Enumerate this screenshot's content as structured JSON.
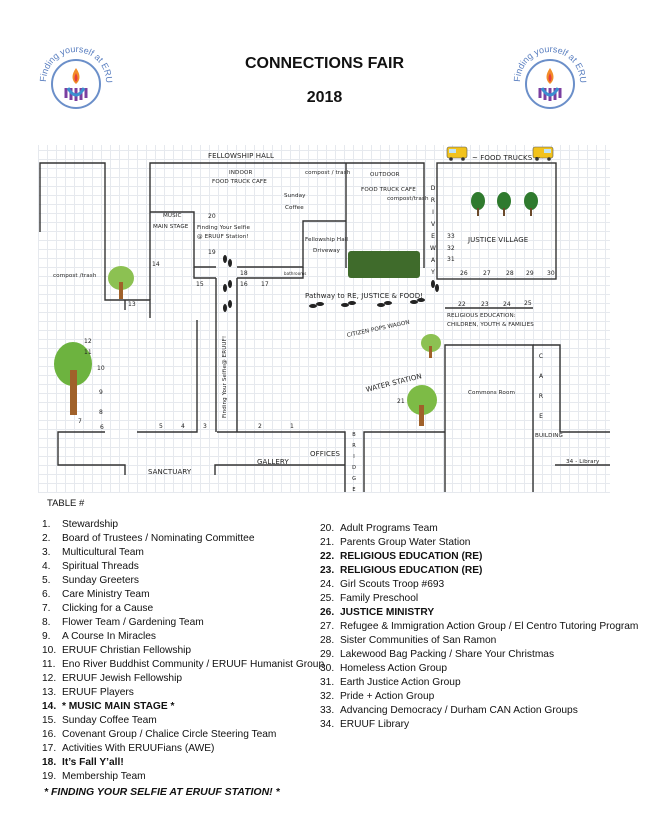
{
  "header": {
    "title": "CONNECTIONS FAIR",
    "year": "2018",
    "logo_text": "Finding yourself at ERUUF"
  },
  "map": {
    "fellowship_hall": "FELLOWSHIP HALL",
    "indoor": "INDOOR",
    "indoor_cafe": "FOOD TRUCK CAFE",
    "compost_trash_1": "compost / trash",
    "compost_trash_2": "compost /trash",
    "compost_trash_3": "compost/trash",
    "sunday": "Sunday",
    "coffee": "Coffee",
    "music": "MUSIC",
    "main_stage": "MAIN STAGE",
    "selfie_1": "Finding Your Selfie",
    "selfie_2": "@ ERUUF Station!",
    "bathrooms": "bathrooms",
    "fh_driveway_1": "Fellowship Hall",
    "fh_driveway_2": "Driveway",
    "outdoor": "OUTDOOR",
    "outdoor_cafe": "FOOD TRUCK CAFE",
    "driveway_letters": [
      "D",
      "R",
      "I",
      "V",
      "E",
      "W",
      "A",
      "Y"
    ],
    "food_trucks": "~ FOOD TRUCKS ~",
    "justice_village": "JUSTICE VILLAGE",
    "pathway": "Pathway to RE, JUSTICE & FOOD!",
    "re_1": "RELIGIOUS EDUCATION:",
    "re_2": "CHILDREN, YOUTH & FAMILIES",
    "citizen_pops": "CITIZEN POPS WAGON",
    "water_station": "WATER STATION",
    "commons_room": "Commons Room",
    "care_letters": [
      "C",
      "A",
      "R",
      "E"
    ],
    "building": "BUILDING",
    "library": "34 - Library",
    "selfie_vertical": "Finding Your Selfie@ ERUUF!",
    "offices": "OFFICES",
    "gallery": "GALLERY",
    "sanctuary": "SANCTUARY",
    "bridge_letters": [
      "B",
      "R",
      "I",
      "D",
      "G",
      "E"
    ],
    "table_numbers": {
      "t1": "1",
      "t2": "2",
      "t3": "3",
      "t4": "4",
      "t5": "5",
      "t6": "6",
      "t7": "7",
      "t8": "8",
      "t9": "9",
      "t10": "10",
      "t11": "11",
      "t12": "12",
      "t13": "13",
      "t14": "14",
      "t15": "15",
      "t16": "16",
      "t17": "17",
      "t18": "18",
      "t19": "19",
      "t20": "20",
      "t21": "21",
      "t22": "22",
      "t23": "23",
      "t24": "24",
      "t25": "25",
      "t26": "26",
      "t27": "27",
      "t28": "28",
      "t29": "29",
      "t30": "30",
      "t31": "31",
      "t32": "32",
      "t33": "33"
    }
  },
  "legend": {
    "title": "TABLE #",
    "left": [
      {
        "n": "1.",
        "t": "Stewardship"
      },
      {
        "n": "2.",
        "t": "Board of Trustees  / Nominating Committee"
      },
      {
        "n": "3.",
        "t": "Multicultural Team"
      },
      {
        "n": "4.",
        "t": "Spiritual Threads"
      },
      {
        "n": "5.",
        "t": "Sunday Greeters"
      },
      {
        "n": "6.",
        "t": "Care Ministry Team"
      },
      {
        "n": "7.",
        "t": "Clicking for a Cause"
      },
      {
        "n": "8.",
        "t": "Flower Team / Gardening Team"
      },
      {
        "n": "9.",
        "t": "A Course In Miracles"
      },
      {
        "n": "10.",
        "t": "ERUUF Christian Fellowship"
      },
      {
        "n": "11.",
        "t": "Eno River Buddhist Community / ERUUF Humanist Group"
      },
      {
        "n": "12.",
        "t": "ERUUF Jewish Fellowship"
      },
      {
        "n": "13.",
        "t": "ERUUF Players"
      },
      {
        "n": "14.",
        "t": "* MUSIC MAIN STAGE *"
      },
      {
        "n": "15.",
        "t": "Sunday Coffee Team"
      },
      {
        "n": "16.",
        "t": "Covenant Group / Chalice Circle Steering Team"
      },
      {
        "n": "17.",
        "t": "Activities With ERUUFians (AWE)"
      },
      {
        "n": "18.",
        "t": "It’s Fall Y’all!"
      },
      {
        "n": "19.",
        "t": "Membership Team"
      }
    ],
    "right": [
      {
        "n": "20.",
        "t": "Adult Programs Team"
      },
      {
        "n": "21.",
        "t": "Parents Group Water Station"
      },
      {
        "n": "22.",
        "t": "RELIGIOUS EDUCATION (RE)"
      },
      {
        "n": "23.",
        "t": "RELIGIOUS EDUCATION (RE)"
      },
      {
        "n": "24.",
        "t": "Girl Scouts Troop #693"
      },
      {
        "n": "25.",
        "t": "Family Preschool"
      },
      {
        "n": "26.",
        "t": "JUSTICE MINISTRY"
      },
      {
        "n": "27.",
        "t": "Refugee & Immigration Action Group / El Centro Tutoring Program"
      },
      {
        "n": "28.",
        "t": "Sister Communities of San Ramon"
      },
      {
        "n": "29.",
        "t": "Lakewood Bag Packing  / Share Your Christmas"
      },
      {
        "n": "30.",
        "t": "Homeless Action Group"
      },
      {
        "n": "31.",
        "t": "Earth Justice Action Group"
      },
      {
        "n": "32.",
        "t": "Pride + Action Group"
      },
      {
        "n": "33.",
        "t": "Advancing Democracy / Durham CAN Action Groups"
      },
      {
        "n": "34.",
        "t": "ERUUF Library"
      }
    ],
    "footnote": "* FINDING YOUR SELFIE AT ERUUF STATION! *"
  }
}
